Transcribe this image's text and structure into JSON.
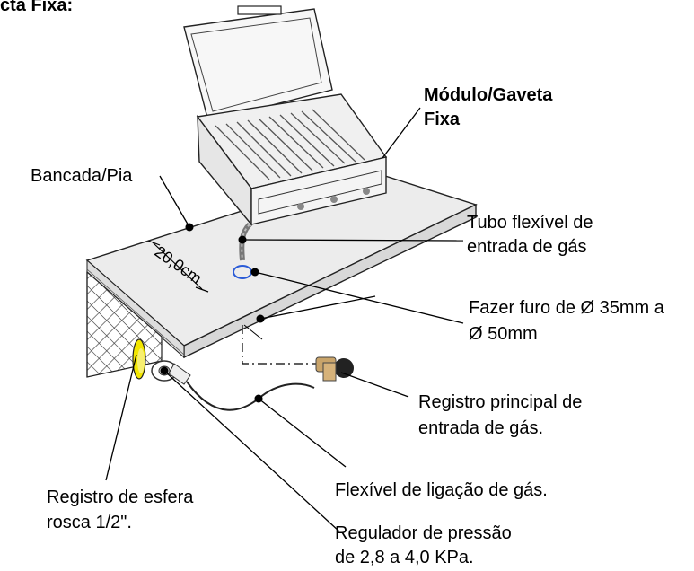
{
  "header_fragment": "cta Fixa:",
  "labels": {
    "modulo": [
      "Módulo/Gaveta",
      "Fixa"
    ],
    "bancada": "Bancada/Pia",
    "dimension": "20,0cm",
    "tubo": [
      "Tubo flexível de",
      "entrada de gás"
    ],
    "furo": [
      "Fazer furo de Ø 35mm a",
      "Ø 50mm"
    ],
    "registro_principal": [
      "Registro principal de",
      "entrada de gás."
    ],
    "flexivel": "Flexível de ligação de gás.",
    "registro_esfera": [
      "Registro de esfera",
      "rosca 1/2\"."
    ],
    "regulador": [
      "Regulador de pressão",
      "de 2,8 a 4,0 KPa."
    ]
  },
  "colors": {
    "counter_top": "#ececec",
    "line": "#000000",
    "valve_handle": "#f2e600",
    "hole_ring": "#2a5bd7"
  }
}
